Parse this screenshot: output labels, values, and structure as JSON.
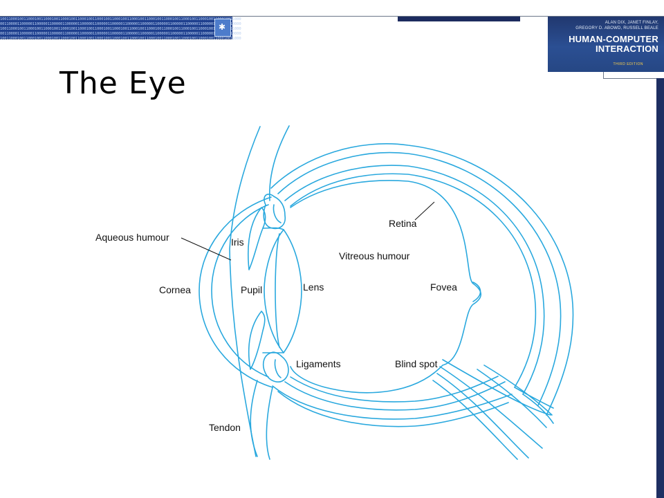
{
  "slide": {
    "title": "The Eye"
  },
  "header": {
    "binary_text": "1001100010011000100110001001100010011000100110001001100010011000100110001001100010011000100110001001100010011000\n0011000011000001100000110000011000001100000110000011000001100000110000011000001100000110000011000001100000110000\n1001100010011000100110001001100010011000100110001001100010011000100110001001100010011000100110001001100010011000\n0011000011000001100000110000011000001100000110000011000001100000110000011000001100000110000011000001100000110000\n1001100010011000100110001001100010011000100110001001100010011000100110001001100010011000100110001001100010011000",
    "badge_icon": "✱"
  },
  "book": {
    "authors_line1": "ALAN DIX, JANET FINLAY,",
    "authors_line2": "GREGORY D. ABOWD, RUSSELL BEALE",
    "title_line1": "HUMAN-COMPUTER",
    "title_line2": "INTERACTION",
    "edition": "THIRD EDITION"
  },
  "diagram": {
    "stroke_color": "#29a8de",
    "label_color": "#111111",
    "labels": {
      "aqueous_humour": "Aqueous humour",
      "iris": "Iris",
      "cornea": "Cornea",
      "pupil": "Pupil",
      "lens": "Lens",
      "retina": "Retina",
      "vitreous_humour": "Vitreous humour",
      "fovea": "Fovea",
      "ligaments": "Ligaments",
      "blind_spot": "Blind spot",
      "tendon": "Tendon"
    }
  },
  "colors": {
    "navy": "#1e2f62",
    "binary_blue": "#1e3f8e"
  }
}
